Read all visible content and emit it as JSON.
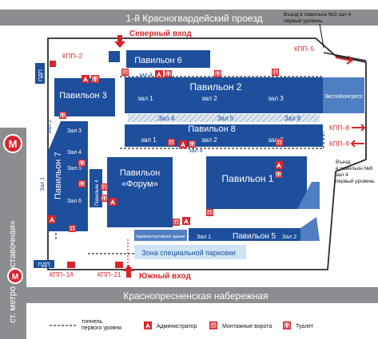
{
  "colors": {
    "pavilion": "#1d4f9c",
    "pavilion_light": "#4f7fc2",
    "road": "#8b8d90",
    "accent": "#d7262b",
    "parking": "#cfe3f3"
  },
  "streets": {
    "top": "1-й Красногвардейский проезд",
    "bottom": "Краснопресненская набережная"
  },
  "metro": {
    "label": "ст. метро «Выставочная»",
    "icon": "metro-icon"
  },
  "entrances": {
    "north": "Северный вход",
    "south": "Южный вход"
  },
  "entry_notes": {
    "pav2_line1": "Въезд в павильон №2 зал 4",
    "pav2_line2": "первый уровень",
    "pav8_line1": "Въезд",
    "pav8_line2": "в павильон №8",
    "pav8_line3": "зал 4",
    "pav8_line4": "первый уровень"
  },
  "pavilions": {
    "p1": "Павильон 1",
    "p2": "Павильон 2",
    "p3": "Павильон 3",
    "p5": "Павильон 5",
    "p6": "Павильон 6",
    "p7": "Павильон 7",
    "p8": "Павильон 8",
    "forum_line1": "Павильон",
    "forum_line2": "«Форум»",
    "p4": "Павильон 4",
    "expocongress": "ЭкспоКонгресс",
    "admin_building": "Административное здание"
  },
  "halls": {
    "zal1": "Зал 1",
    "zal2": "Зал 2",
    "zal3": "Зал 3",
    "zal4": "Зал 4",
    "zal5": "Зал 5",
    "zal6": "Зал 6"
  },
  "halls_lower": {
    "zal1": "зал 1",
    "zal2": "зал 2",
    "zal3": "зал 3",
    "zal4": "зал 4"
  },
  "checkpoints": {
    "kpp1a": "КПП–1А",
    "kpp2": "КПП–2",
    "kpp5": "КПП–5",
    "kpp8": "КПП–8",
    "kpp9": "КПП–9",
    "kpp21": "КПП–21",
    "pdp": "ПДП"
  },
  "parking_zone": "Зона специальной парковки",
  "legend": {
    "tunnel_line1": "тоннель",
    "tunnel_line2": "первого уровня",
    "admin_letter": "A",
    "admin": "Администратор",
    "gates": "Монтажные ворота",
    "toilet": "Туалет"
  }
}
